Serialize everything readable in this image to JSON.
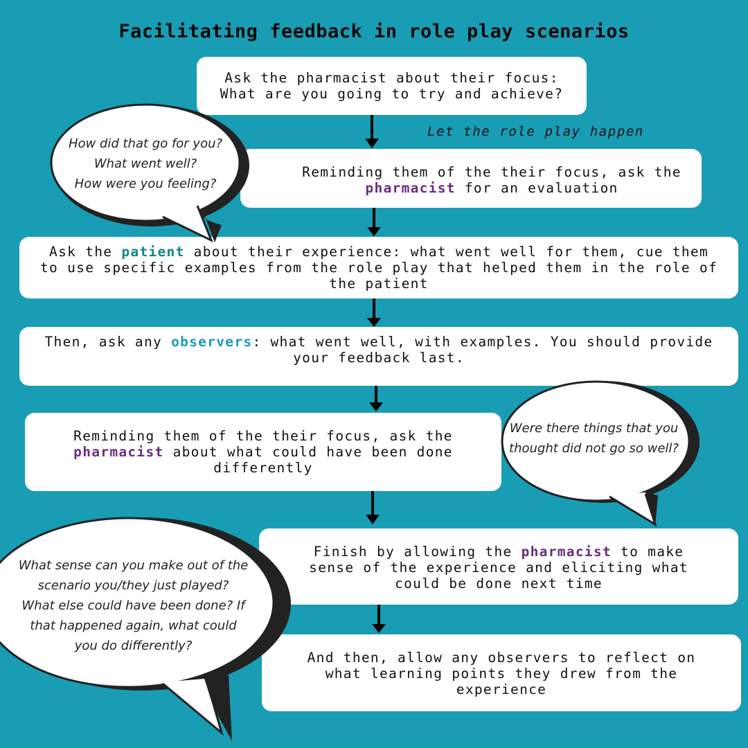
{
  "title": "Facilitating feedback in role play scenarios",
  "colors": {
    "background": "#189db4",
    "box": "#ffffff",
    "pharmacist_highlight": "#6a2c7f",
    "patient_highlight": "#118588",
    "observers_highlight": "#1a9bb4",
    "bubble_outline": "#222222"
  },
  "steps": [
    {
      "line1": "Ask the pharmacist about their focus:",
      "line2": "What are you going to try and achieve?"
    },
    {
      "before": "Reminding them of the their focus, ask the",
      "highlight": "pharmacist",
      "after": " for an evaluation"
    },
    {
      "before": "Ask the ",
      "highlight": "patient",
      "after": " about their experience: what went well for them, cue them to use specific examples from the role play that helped them in the role of the patient"
    },
    {
      "before": "Then, ask any ",
      "highlight": "observers",
      "after": ": what went well, with examples. You should provide your feedback last."
    },
    {
      "before": "Reminding them of the their focus, ask the ",
      "highlight": "pharmacist",
      "after": " about what could have been done differently"
    },
    {
      "before": "Finish by allowing the ",
      "highlight": "pharmacist",
      "after": " to make sense of the experience and eliciting what could be done next time"
    },
    {
      "text": "And then, allow any observers to reflect on what learning points they drew from the experience"
    }
  ],
  "note": "Let the role play happen",
  "bubbles": [
    {
      "lines": [
        "How did that go for you?",
        "What went well?",
        "How were you feeling?"
      ]
    },
    {
      "lines": [
        "Were there things that you",
        "thought did not go so well?"
      ]
    },
    {
      "lines": [
        "What sense can you make out of  the",
        "scenario you/they just played?",
        "What else could have been done? If",
        "that happened again, what could",
        "you do differently?"
      ]
    }
  ]
}
